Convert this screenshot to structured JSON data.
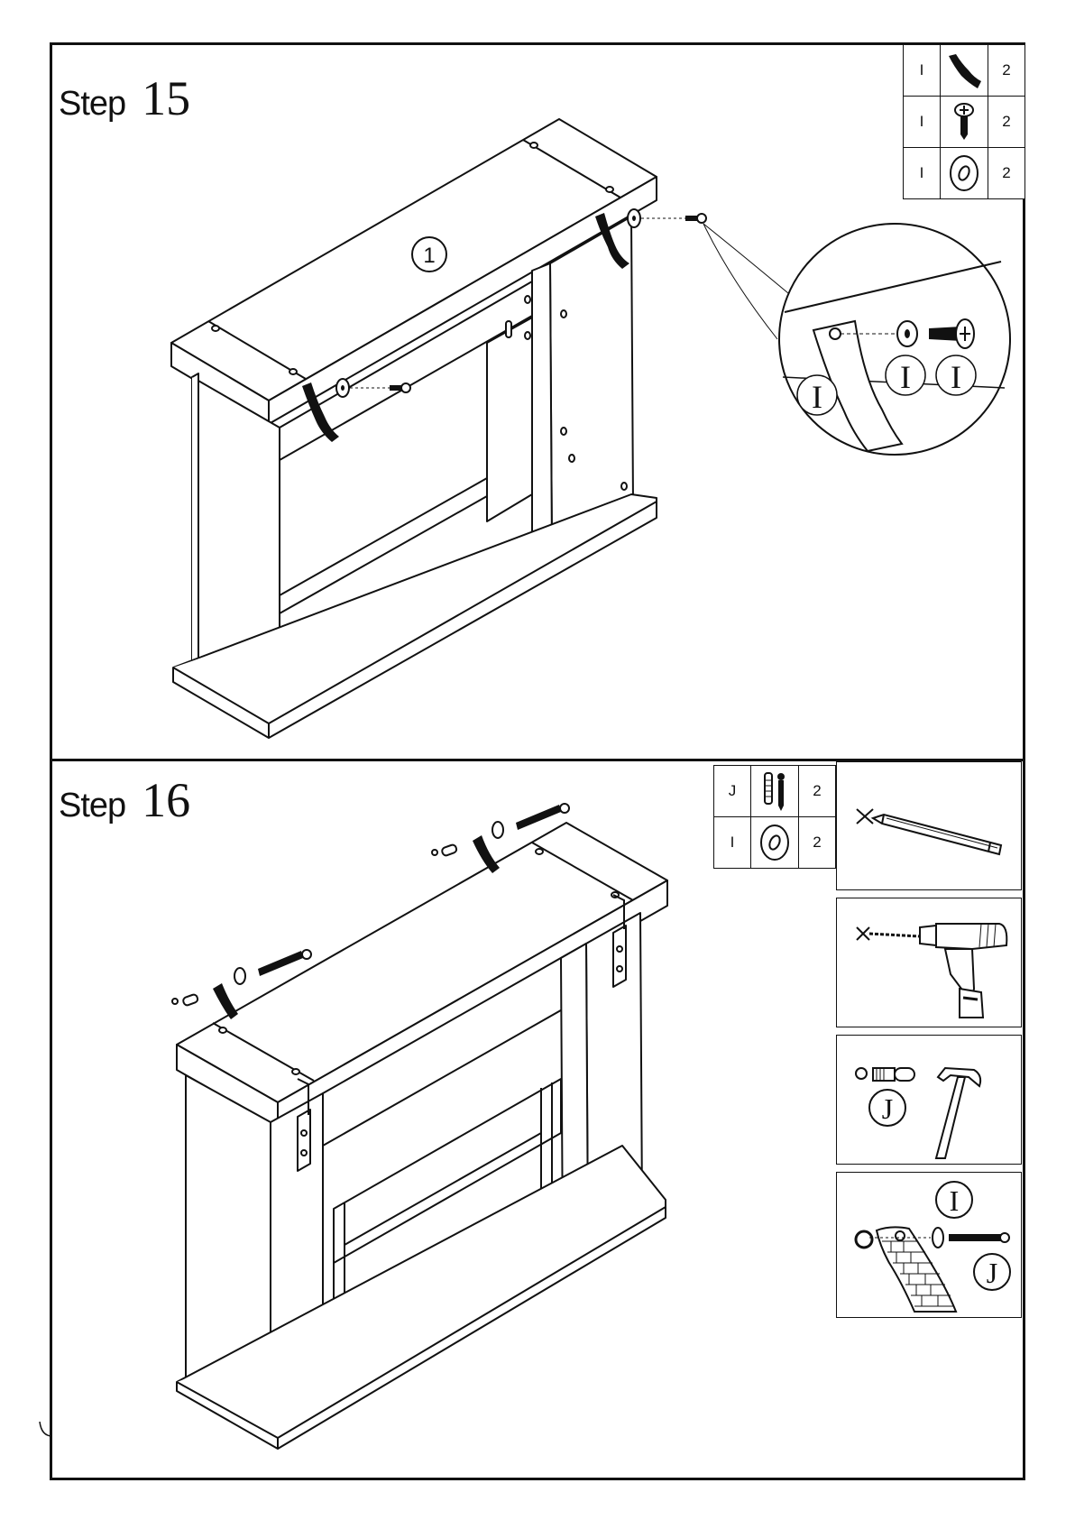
{
  "steps": [
    {
      "word": "Step",
      "number": "15",
      "part_label": "1",
      "parts": [
        {
          "code": "I",
          "icon": "bracket-strap-icon",
          "qty": "2"
        },
        {
          "code": "I",
          "icon": "screw-icon",
          "qty": "2"
        },
        {
          "code": "I",
          "icon": "washer-icon",
          "qty": "2"
        }
      ],
      "detail_labels": [
        "I",
        "I",
        "I"
      ]
    },
    {
      "word": "Step",
      "number": "16",
      "parts": [
        {
          "code": "J",
          "icon": "wall-anchor-screw-icon",
          "qty": "2"
        },
        {
          "code": "I",
          "icon": "washer-icon",
          "qty": "2"
        }
      ],
      "tools": [
        {
          "icon": "pencil-icon"
        },
        {
          "icon": "drill-icon"
        },
        {
          "icon": "hammer-anchor-icon",
          "label": "J"
        },
        {
          "icon": "wall-mount-icon",
          "labels": [
            "I",
            "J"
          ]
        }
      ]
    }
  ]
}
